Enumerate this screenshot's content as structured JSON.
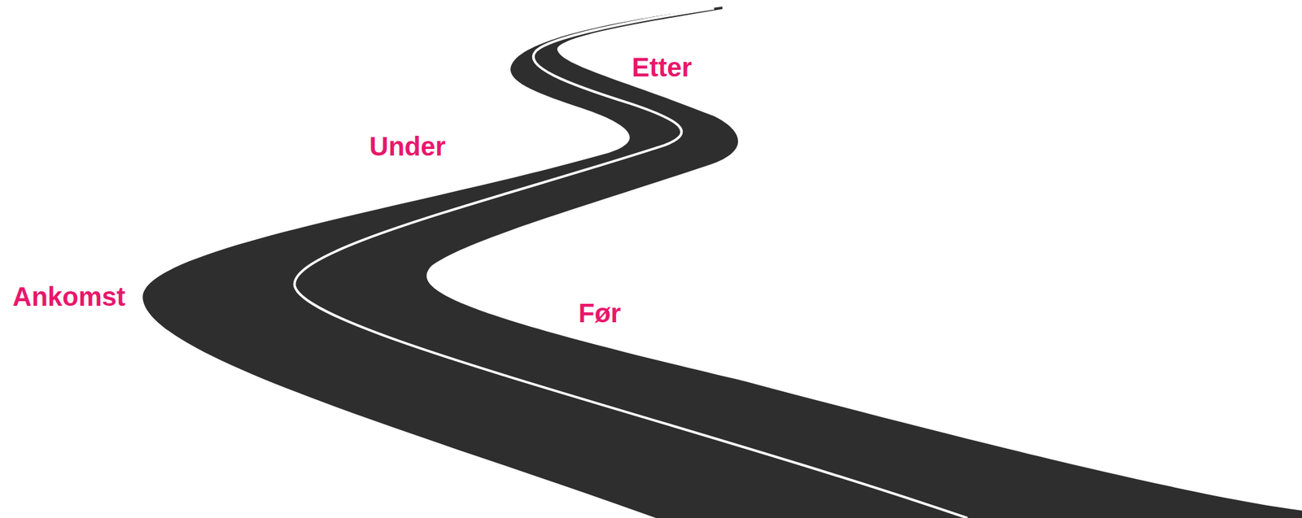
{
  "diagram": {
    "labels": [
      "Før",
      "Ankomst",
      "Under",
      "Etter"
    ]
  }
}
